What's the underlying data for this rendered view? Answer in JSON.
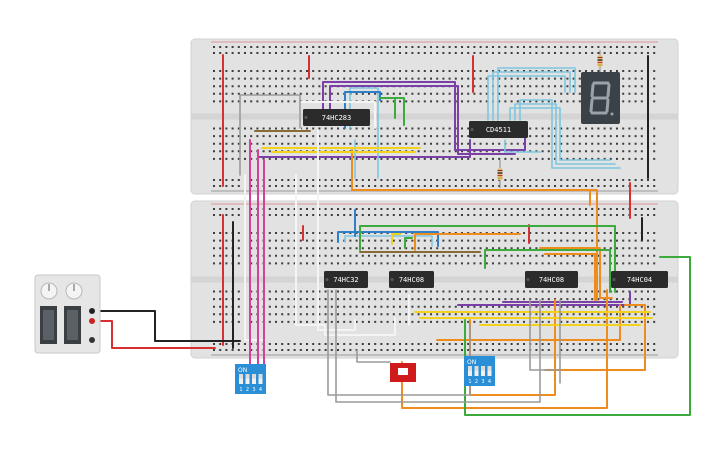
{
  "canvas": {
    "background": "#ffffff"
  },
  "colors": {
    "board": "#e2e2e2",
    "board_edge": "#d2d2d2",
    "hole": "#3d3d3d",
    "chip": "#2b2b2b",
    "rail_red": "#d33b3b",
    "rail_black": "#222222",
    "wire_purple": "#7b3fa8",
    "wire_lightblue": "#7cc6e0",
    "wire_blue": "#2c7fc8",
    "wire_orange": "#ef8c1e",
    "wire_green": "#3caa3c",
    "wire_yellow": "#f2d21c",
    "wire_white": "#f4f4f4",
    "wire_gray": "#9a9a9a",
    "wire_brown": "#8b6a3a",
    "wire_pink": "#d6409a",
    "wire_red": "#d83030",
    "wire_black": "#222222",
    "dip_switch": "#2a8fd6",
    "button_red": "#cf1b1b",
    "display_body": "#3b4247",
    "display_segment": "#9aa3aa"
  },
  "chips": [
    {
      "id": "chip-74hc283",
      "label": "74HC283"
    },
    {
      "id": "chip-cd4511",
      "label": "CD4511"
    },
    {
      "id": "chip-74hc32",
      "label": "74HC32"
    },
    {
      "id": "chip-74hc08-a",
      "label": "74HC08"
    },
    {
      "id": "chip-74hc08-b",
      "label": "74HC08"
    },
    {
      "id": "chip-74hc04",
      "label": "74HC04"
    }
  ],
  "dip_left": {
    "on_label": "ON",
    "numbers": [
      "1",
      "2",
      "3",
      "4"
    ]
  },
  "dip_right": {
    "on_label": "ON",
    "numbers": [
      "1",
      "2",
      "3",
      "4"
    ]
  },
  "display": {
    "digit_icon": "seven-segment-digit-8"
  },
  "power_supply": {
    "icon": "dual-knob-power-supply"
  },
  "button": {
    "icon": "red-pushbutton"
  }
}
